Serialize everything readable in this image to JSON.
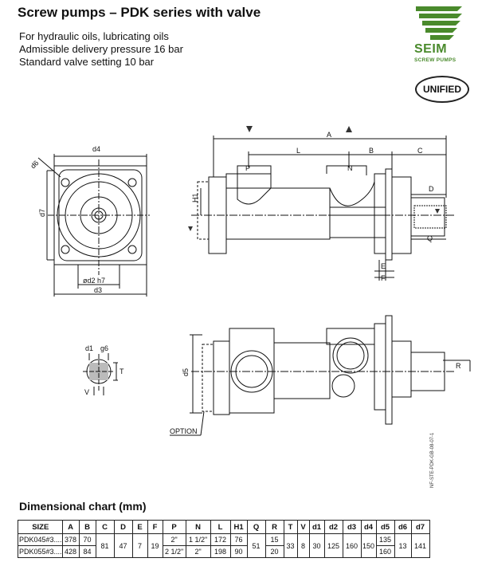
{
  "title": "Screw pumps – PDK series with valve",
  "specs": [
    "For hydraulic oils, lubricating oils",
    "Admissible delivery pressure 16 bar",
    "Standard valve setting 10 bar"
  ],
  "logo": {
    "brand": "SEIM",
    "subtitle": "SCREW PUMPS",
    "badge": "UNIFIED",
    "brand_color": "#4a8a2c"
  },
  "drawing_labels": {
    "d4": "d4",
    "d6": "d6",
    "d7": "d7",
    "d2": "ød2 h7",
    "d3": "d3",
    "A": "A",
    "L": "L",
    "B": "B",
    "C": "C",
    "P": "P",
    "N": "N",
    "H1": "H1",
    "D": "D",
    "Q": "Q",
    "E": "E",
    "F": "F",
    "d1": "d1",
    "g6": "g6",
    "T": "T",
    "V": "V",
    "d5": "d5",
    "R": "R"
  },
  "option_label": "OPTION",
  "drawing_code": "NF-STE-PDK-GB-08-07-1",
  "chart": {
    "title": "Dimensional chart (mm)",
    "headers": [
      "SIZE",
      "A",
      "B",
      "C",
      "D",
      "E",
      "F",
      "P",
      "N",
      "L",
      "H1",
      "Q",
      "R",
      "T",
      "V",
      "d1",
      "d2",
      "d3",
      "d4",
      "d5",
      "d6",
      "d7"
    ],
    "rows": [
      {
        "size": "PDK045#3....",
        "A": "378",
        "B": "70",
        "P": "2\"",
        "N": "1 1/2\"",
        "L": "172",
        "H1": "76",
        "R": "15",
        "d5": "135"
      },
      {
        "size": "PDK055#3....",
        "A": "428",
        "B": "84",
        "P": "2 1/2\"",
        "N": "2\"",
        "L": "198",
        "H1": "90",
        "R": "20",
        "d5": "160"
      }
    ],
    "shared": {
      "C": "81",
      "D": "47",
      "E": "7",
      "F": "19",
      "Q": "51",
      "T": "33",
      "V": "8",
      "d1": "30",
      "d2": "125",
      "d3": "160",
      "d4": "150",
      "d6": "13",
      "d7": "141"
    }
  }
}
